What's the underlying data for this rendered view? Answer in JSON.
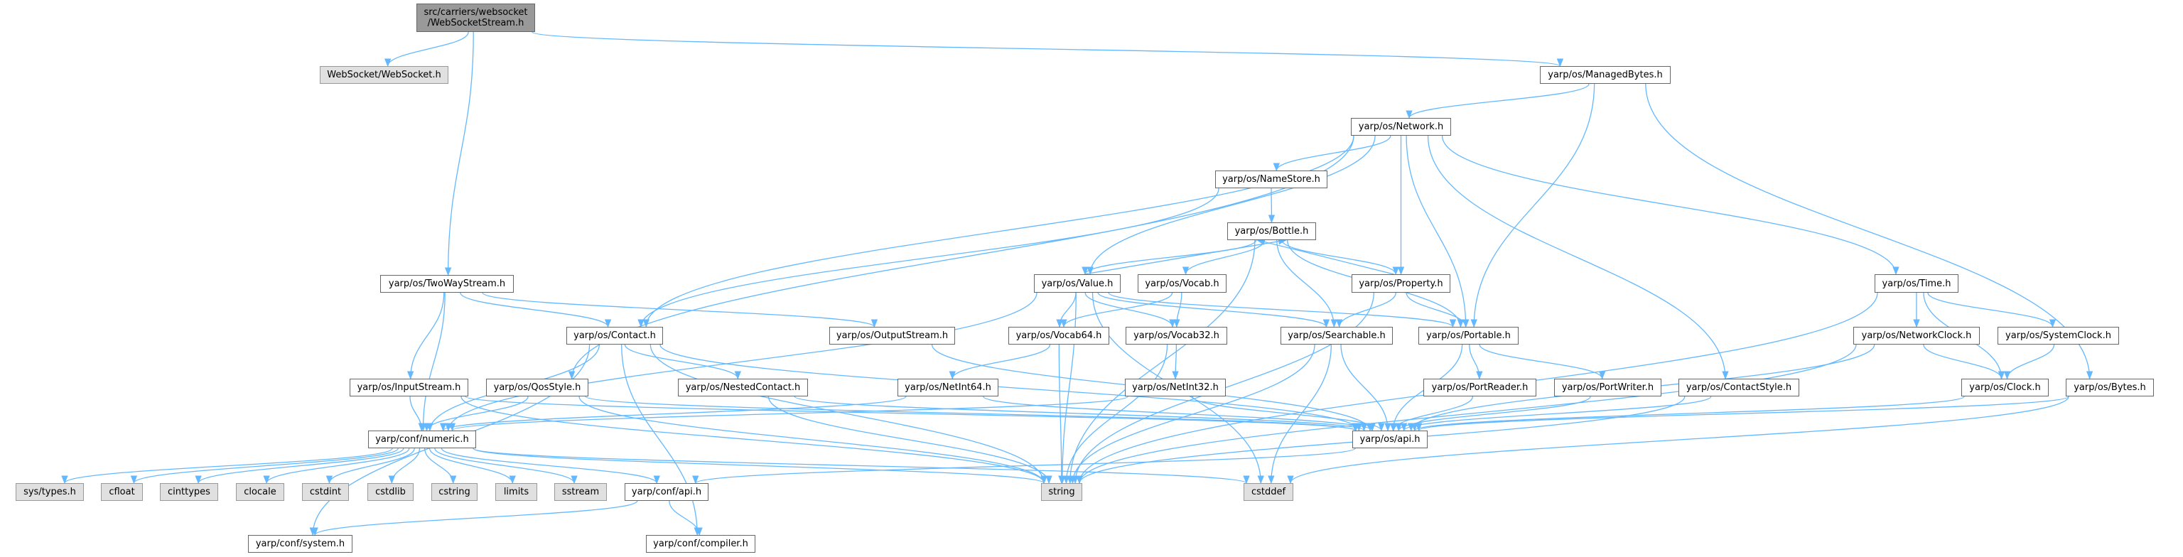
{
  "colors": {
    "edge": "#63b8ff",
    "root_fill": "#999999",
    "external_fill": "#e0e0e0",
    "node_border": "#666666"
  },
  "nodes": [
    {
      "id": "root",
      "label": "src/carriers/websocket\n/WebSocketStream.h",
      "kind": "root"
    },
    {
      "id": "websocket",
      "label": "WebSocket/WebSocket.h",
      "kind": "ext"
    },
    {
      "id": "managedbytes",
      "label": "yarp/os/ManagedBytes.h",
      "kind": "file"
    },
    {
      "id": "network",
      "label": "yarp/os/Network.h",
      "kind": "file"
    },
    {
      "id": "namestore",
      "label": "yarp/os/NameStore.h",
      "kind": "file"
    },
    {
      "id": "bottle",
      "label": "yarp/os/Bottle.h",
      "kind": "file"
    },
    {
      "id": "twowaystream",
      "label": "yarp/os/TwoWayStream.h",
      "kind": "file"
    },
    {
      "id": "value",
      "label": "yarp/os/Value.h",
      "kind": "file"
    },
    {
      "id": "vocab",
      "label": "yarp/os/Vocab.h",
      "kind": "file"
    },
    {
      "id": "property",
      "label": "yarp/os/Property.h",
      "kind": "file"
    },
    {
      "id": "time",
      "label": "yarp/os/Time.h",
      "kind": "file"
    },
    {
      "id": "contact",
      "label": "yarp/os/Contact.h",
      "kind": "file"
    },
    {
      "id": "outputstream",
      "label": "yarp/os/OutputStream.h",
      "kind": "file"
    },
    {
      "id": "vocab64",
      "label": "yarp/os/Vocab64.h",
      "kind": "file"
    },
    {
      "id": "vocab32",
      "label": "yarp/os/Vocab32.h",
      "kind": "file"
    },
    {
      "id": "searchable",
      "label": "yarp/os/Searchable.h",
      "kind": "file"
    },
    {
      "id": "portable",
      "label": "yarp/os/Portable.h",
      "kind": "file"
    },
    {
      "id": "networkclock",
      "label": "yarp/os/NetworkClock.h",
      "kind": "file"
    },
    {
      "id": "systemclock",
      "label": "yarp/os/SystemClock.h",
      "kind": "file"
    },
    {
      "id": "inputstream",
      "label": "yarp/os/InputStream.h",
      "kind": "file"
    },
    {
      "id": "qosstyle",
      "label": "yarp/os/QosStyle.h",
      "kind": "file"
    },
    {
      "id": "nestedcontact",
      "label": "yarp/os/NestedContact.h",
      "kind": "file"
    },
    {
      "id": "netint64",
      "label": "yarp/os/NetInt64.h",
      "kind": "file"
    },
    {
      "id": "netint32",
      "label": "yarp/os/NetInt32.h",
      "kind": "file"
    },
    {
      "id": "portreader",
      "label": "yarp/os/PortReader.h",
      "kind": "file"
    },
    {
      "id": "portwriter",
      "label": "yarp/os/PortWriter.h",
      "kind": "file"
    },
    {
      "id": "contactstyle",
      "label": "yarp/os/ContactStyle.h",
      "kind": "file"
    },
    {
      "id": "clock",
      "label": "yarp/os/Clock.h",
      "kind": "file"
    },
    {
      "id": "bytes",
      "label": "yarp/os/Bytes.h",
      "kind": "file"
    },
    {
      "id": "numeric",
      "label": "yarp/conf/numeric.h",
      "kind": "file"
    },
    {
      "id": "osapi",
      "label": "yarp/os/api.h",
      "kind": "file"
    },
    {
      "id": "systypes",
      "label": "sys/types.h",
      "kind": "ext"
    },
    {
      "id": "cfloat",
      "label": "cfloat",
      "kind": "ext"
    },
    {
      "id": "cinttypes",
      "label": "cinttypes",
      "kind": "ext"
    },
    {
      "id": "clocale",
      "label": "clocale",
      "kind": "ext"
    },
    {
      "id": "cstdint",
      "label": "cstdint",
      "kind": "ext"
    },
    {
      "id": "cstdlib",
      "label": "cstdlib",
      "kind": "ext"
    },
    {
      "id": "cstring",
      "label": "cstring",
      "kind": "ext"
    },
    {
      "id": "limits",
      "label": "limits",
      "kind": "ext"
    },
    {
      "id": "sstream",
      "label": "sstream",
      "kind": "ext"
    },
    {
      "id": "confapi",
      "label": "yarp/conf/api.h",
      "kind": "file"
    },
    {
      "id": "string",
      "label": "string",
      "kind": "ext"
    },
    {
      "id": "cstddef",
      "label": "cstddef",
      "kind": "ext"
    },
    {
      "id": "system",
      "label": "yarp/conf/system.h",
      "kind": "file"
    },
    {
      "id": "compiler",
      "label": "yarp/conf/compiler.h",
      "kind": "file"
    }
  ],
  "edges": [
    [
      "root",
      "websocket"
    ],
    [
      "root",
      "twowaystream"
    ],
    [
      "root",
      "managedbytes"
    ],
    [
      "managedbytes",
      "network"
    ],
    [
      "managedbytes",
      "portable"
    ],
    [
      "managedbytes",
      "bytes"
    ],
    [
      "network",
      "contact"
    ],
    [
      "network",
      "value"
    ],
    [
      "network",
      "namestore"
    ],
    [
      "network",
      "property"
    ],
    [
      "network",
      "portable"
    ],
    [
      "network",
      "contactstyle"
    ],
    [
      "network",
      "time"
    ],
    [
      "network",
      "qosstyle"
    ],
    [
      "namestore",
      "bottle"
    ],
    [
      "namestore",
      "contact"
    ],
    [
      "bottle",
      "value"
    ],
    [
      "value",
      "bottle"
    ],
    [
      "bottle",
      "vocab"
    ],
    [
      "bottle",
      "property"
    ],
    [
      "property",
      "bottle"
    ],
    [
      "bottle",
      "searchable"
    ],
    [
      "bottle",
      "portable"
    ],
    [
      "bottle",
      "string"
    ],
    [
      "value",
      "vocab64"
    ],
    [
      "value",
      "vocab32"
    ],
    [
      "value",
      "searchable"
    ],
    [
      "value",
      "portable"
    ],
    [
      "value",
      "string"
    ],
    [
      "value",
      "cstddef"
    ],
    [
      "value",
      "numeric"
    ],
    [
      "vocab",
      "vocab64"
    ],
    [
      "vocab",
      "vocab32"
    ],
    [
      "property",
      "searchable"
    ],
    [
      "property",
      "portable"
    ],
    [
      "property",
      "string"
    ],
    [
      "twowaystream",
      "contact"
    ],
    [
      "twowaystream",
      "inputstream"
    ],
    [
      "twowaystream",
      "outputstream"
    ],
    [
      "twowaystream",
      "numeric"
    ],
    [
      "contact",
      "nestedcontact"
    ],
    [
      "contact",
      "string"
    ],
    [
      "contact",
      "osapi"
    ],
    [
      "contact",
      "system"
    ],
    [
      "contact",
      "compiler"
    ],
    [
      "contact",
      "numeric"
    ],
    [
      "inputstream",
      "numeric"
    ],
    [
      "inputstream",
      "string"
    ],
    [
      "inputstream",
      "osapi"
    ],
    [
      "qosstyle",
      "numeric"
    ],
    [
      "qosstyle",
      "string"
    ],
    [
      "qosstyle",
      "osapi"
    ],
    [
      "nestedcontact",
      "osapi"
    ],
    [
      "nestedcontact",
      "string"
    ],
    [
      "outputstream",
      "osapi"
    ],
    [
      "vocab64",
      "netint64"
    ],
    [
      "vocab64",
      "string"
    ],
    [
      "vocab32",
      "netint32"
    ],
    [
      "vocab32",
      "string"
    ],
    [
      "netint64",
      "numeric"
    ],
    [
      "netint64",
      "osapi"
    ],
    [
      "netint32",
      "numeric"
    ],
    [
      "netint32",
      "osapi"
    ],
    [
      "searchable",
      "osapi"
    ],
    [
      "searchable",
      "string"
    ],
    [
      "searchable",
      "cstddef"
    ],
    [
      "portable",
      "osapi"
    ],
    [
      "portable",
      "portreader"
    ],
    [
      "portable",
      "portwriter"
    ],
    [
      "portreader",
      "osapi"
    ],
    [
      "portwriter",
      "osapi"
    ],
    [
      "contactstyle",
      "osapi"
    ],
    [
      "contactstyle",
      "string"
    ],
    [
      "time",
      "string"
    ],
    [
      "time",
      "networkclock"
    ],
    [
      "time",
      "systemclock"
    ],
    [
      "time",
      "clock"
    ],
    [
      "networkclock",
      "osapi"
    ],
    [
      "networkclock",
      "string"
    ],
    [
      "networkclock",
      "clock"
    ],
    [
      "systemclock",
      "clock"
    ],
    [
      "clock",
      "osapi"
    ],
    [
      "bytes",
      "osapi"
    ],
    [
      "bytes",
      "cstddef"
    ],
    [
      "numeric",
      "systypes"
    ],
    [
      "numeric",
      "cfloat"
    ],
    [
      "numeric",
      "cinttypes"
    ],
    [
      "numeric",
      "clocale"
    ],
    [
      "numeric",
      "cstdint"
    ],
    [
      "numeric",
      "cstdlib"
    ],
    [
      "numeric",
      "cstring"
    ],
    [
      "numeric",
      "limits"
    ],
    [
      "numeric",
      "sstream"
    ],
    [
      "numeric",
      "confapi"
    ],
    [
      "numeric",
      "string"
    ],
    [
      "numeric",
      "cstddef"
    ],
    [
      "osapi",
      "confapi"
    ],
    [
      "confapi",
      "system"
    ],
    [
      "confapi",
      "compiler"
    ]
  ]
}
